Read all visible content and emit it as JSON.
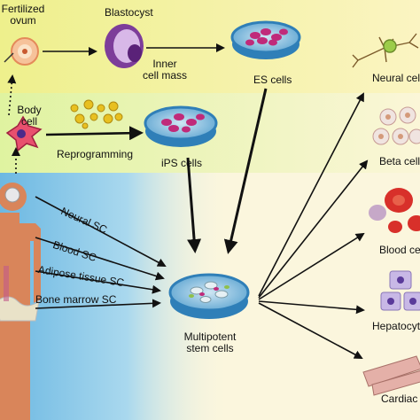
{
  "labels": {
    "fertilized_ovum": "Fertilized\novum",
    "blastocyst": "Blastocyst",
    "inner_cell_mass": "Inner\ncell mass",
    "es_cells": "ES cells",
    "body_cell": "Body\ncell",
    "reprogramming": "Reprogramming",
    "ips_cells": "iPS cells",
    "neural_sc": "Neural SC",
    "blood_sc": "Blood SC",
    "adipose_sc": "Adipose tissue SC",
    "bone_marrow_sc": "Bone marrow SC",
    "multipotent": "Multipotent\nstem cells",
    "neural_cells": "Neural cells",
    "beta_cells": "Beta cells",
    "blood_cells": "Blood cells",
    "hepatocytes": "Hepatocytes",
    "cardiac": "Cardiac c"
  },
  "colors": {
    "top_band": "#f4ef9a",
    "mid_band": "#fbf6c8",
    "bottom_bg": "#fbf6dd",
    "blue_side": "#8fcbe8",
    "body_skin": "#d9855a",
    "dish_blue": "#2f7fb8",
    "cell_magenta": "#c02a7a"
  }
}
